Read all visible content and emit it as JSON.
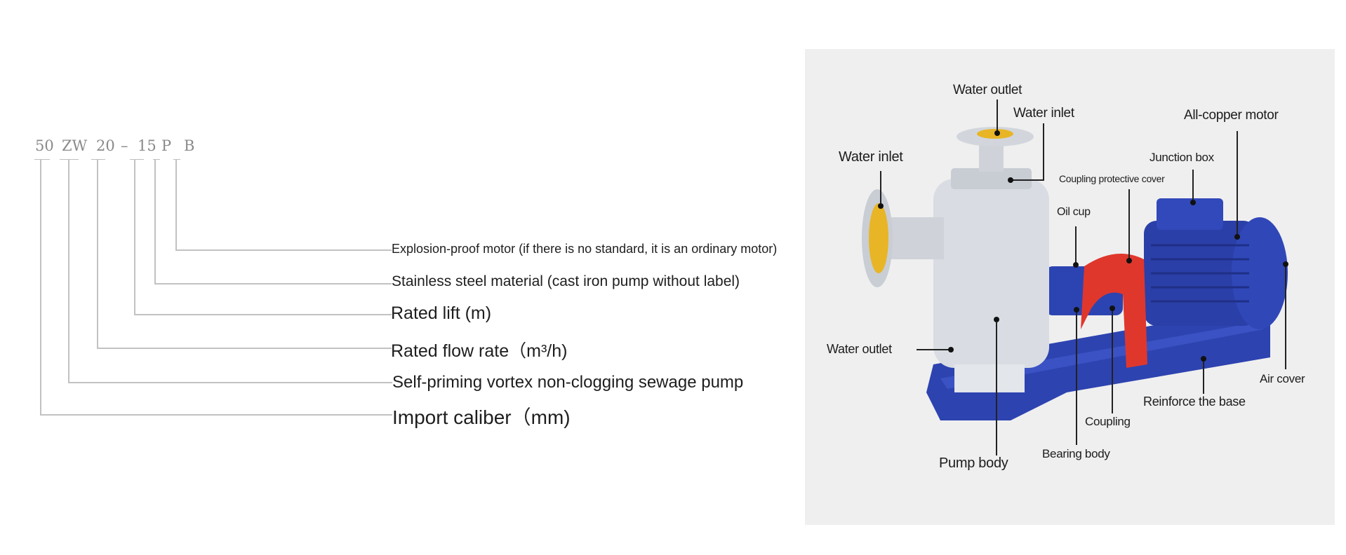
{
  "model_code": {
    "parts": [
      "50",
      "ZW",
      "20",
      "–",
      "15",
      "P",
      "B"
    ]
  },
  "legend": [
    {
      "code": "B",
      "text": "Explosion-proof motor (if there is no standard, it is an ordinary motor)"
    },
    {
      "code": "P",
      "text": "Stainless steel material (cast iron pump without label)"
    },
    {
      "code": "15",
      "text": "Rated lift (m)"
    },
    {
      "code": "20",
      "text": "Rated flow rate（m³/h)"
    },
    {
      "code": "ZW",
      "text": "Self-priming vortex non-clogging sewage pump"
    },
    {
      "code": "50",
      "text": "Import caliber（mm)"
    }
  ],
  "pump_diagram": {
    "labels": {
      "water_outlet_top": "Water outlet",
      "water_inlet_top": "Water inlet",
      "water_inlet_left": "Water inlet",
      "all_copper_motor": "All-copper motor",
      "junction_box": "Junction box",
      "coupling_protective_cover": "Coupling protective cover",
      "oil_cup": "Oil cup",
      "water_outlet_left": "Water outlet",
      "air_cover": "Air cover",
      "reinforce_base": "Reinforce the base",
      "coupling": "Coupling",
      "bearing_body": "Bearing body",
      "pump_body": "Pump body"
    },
    "colors": {
      "panel_bg": "#efefef",
      "pump_steel": "#d9dde3",
      "motor_blue": "#2b3fa8",
      "base_blue": "#2d43b0",
      "coupling_guard_red": "#e0372c",
      "flange_yellow": "#e8b526"
    }
  }
}
